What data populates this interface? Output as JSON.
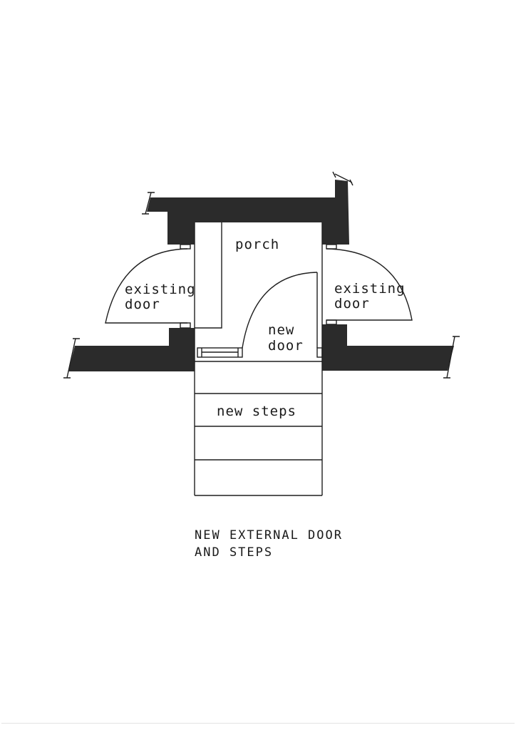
{
  "drawing": {
    "title_line1": "NEW EXTERNAL DOOR",
    "title_line2": "AND STEPS",
    "labels": {
      "porch": "porch",
      "existing_door_left_1": "existing",
      "existing_door_left_2": "door",
      "existing_door_right_1": "existing",
      "existing_door_right_2": "door",
      "new_door_1": "new",
      "new_door_2": "door",
      "new_steps": "new steps"
    },
    "colors": {
      "wall_fill": "#2b2b2b",
      "line": "#1f1f1f",
      "background": "#ffffff"
    },
    "steps_count": 4
  }
}
